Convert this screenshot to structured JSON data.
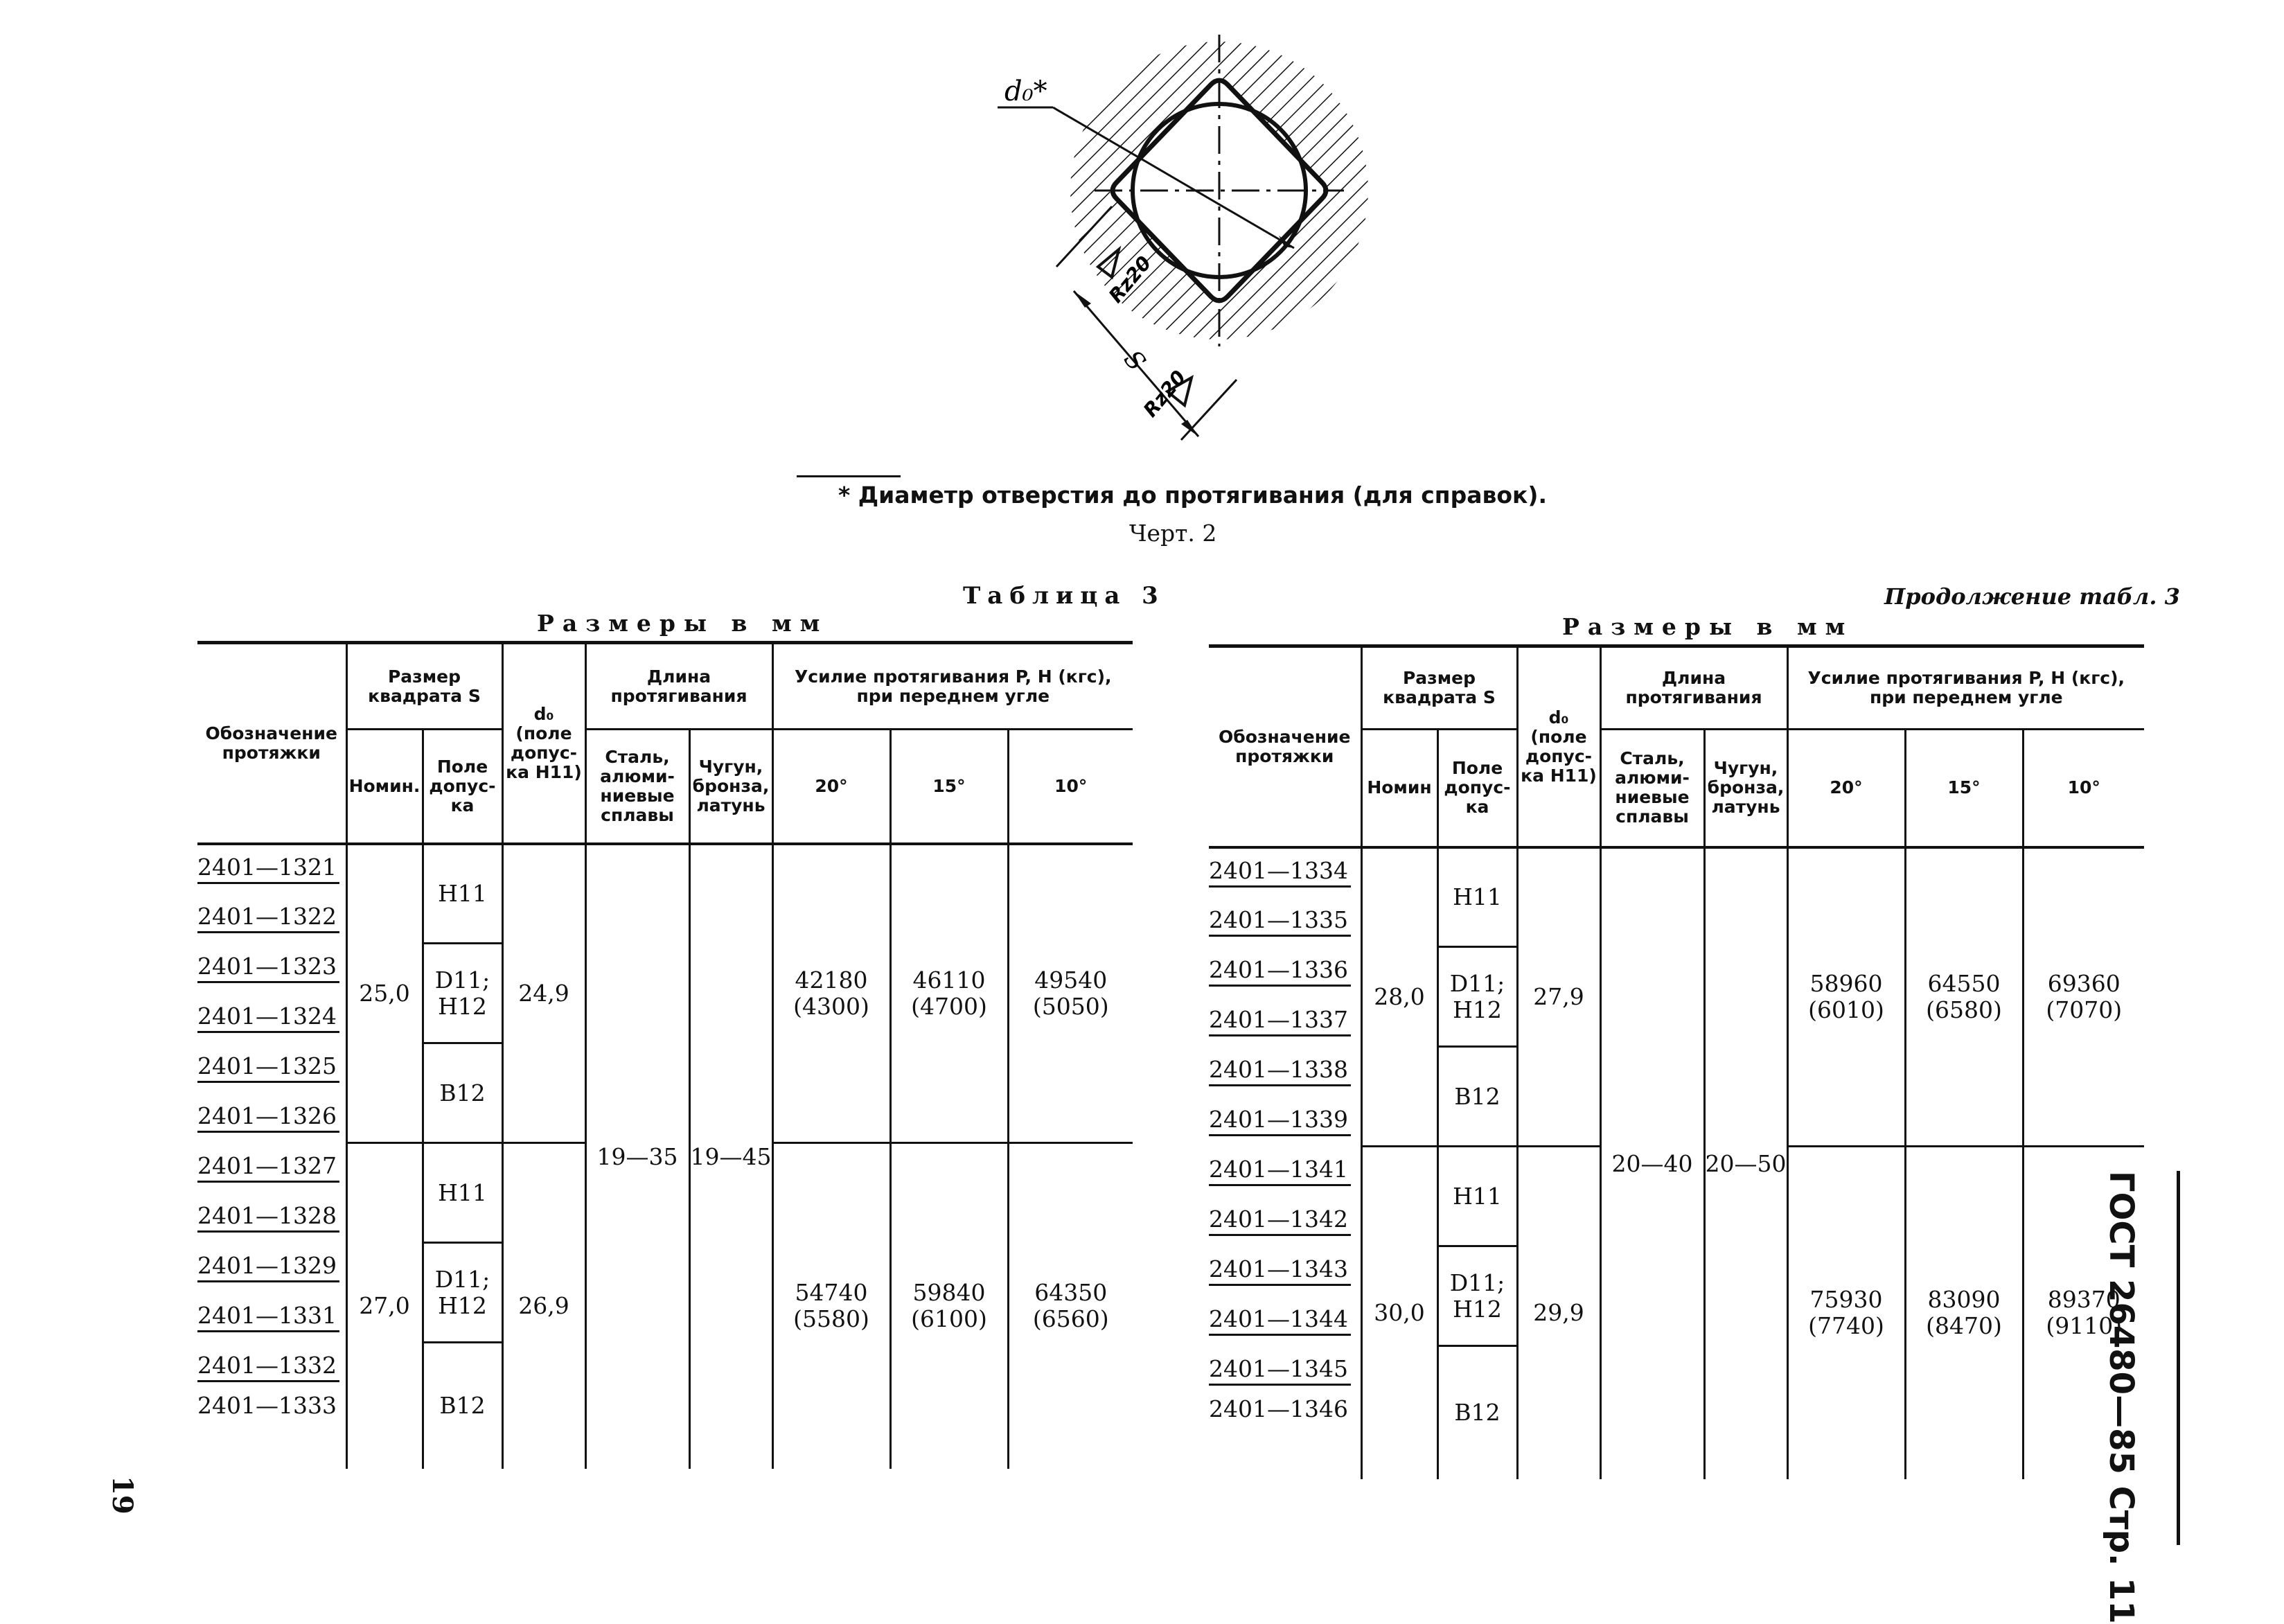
{
  "drawing": {
    "d_label": "d₀*",
    "s_label": "S",
    "rz_top": "Rz20",
    "rz_bottom": "Rz20"
  },
  "footnote": "* Диаметр отверстия до протягивания (для справок).",
  "caption": "Черт. 2",
  "table_label": "Таблица 3",
  "continuation_label": "Продолжение табл. 3",
  "units": "Размеры в мм",
  "page_number": "19",
  "side_header": "ГОСТ 26480—85 Стр. 11",
  "headers": {
    "designation": "Обозначение протяжки",
    "square_size": "Размер квадрата S",
    "nominal_left": "Номин.",
    "nominal_right": "Номин",
    "tolerance": "Поле допус-ка",
    "d0": "d₀ (поле допус-ка H11)",
    "length": "Длина протягивания",
    "steel": "Сталь, алюми-ниевые сплавы",
    "iron": "Чугун, бронза, латунь",
    "force": "Усилие протягивания P, Н (кгс), при переднем угле",
    "angle20": "20°",
    "angle15": "15°",
    "angle10": "10°"
  },
  "left_table": {
    "length_steel": "19—35",
    "length_iron": "19—45",
    "groups": [
      {
        "nominal": "25,0",
        "d0": "24,9",
        "f20": "42180",
        "f20k": "(4300)",
        "f15": "46110",
        "f15k": "(4700)",
        "f10": "49540",
        "f10k": "(5050)",
        "codes": [
          "2401—1321",
          "2401—1322",
          "2401—1323",
          "2401—1324",
          "2401—1325",
          "2401—1326"
        ],
        "tolerances": [
          "H11",
          "D11; H12",
          "B12"
        ]
      },
      {
        "nominal": "27,0",
        "d0": "26,9",
        "f20": "54740",
        "f20k": "(5580)",
        "f15": "59840",
        "f15k": "(6100)",
        "f10": "64350",
        "f10k": "(6560)",
        "codes": [
          "2401—1327",
          "2401—1328",
          "2401—1329",
          "2401—1331",
          "2401—1332",
          "2401—1333"
        ],
        "tolerances": [
          "H11",
          "D11; H12",
          "B12"
        ]
      }
    ]
  },
  "right_table": {
    "length_steel": "20—40",
    "length_iron": "20—50",
    "groups": [
      {
        "nominal": "28,0",
        "d0": "27,9",
        "f20": "58960",
        "f20k": "(6010)",
        "f15": "64550",
        "f15k": "(6580)",
        "f10": "69360",
        "f10k": "(7070)",
        "codes": [
          "2401—1334",
          "2401—1335",
          "2401—1336",
          "2401—1337",
          "2401—1338",
          "2401—1339"
        ],
        "tolerances": [
          "H11",
          "D11; H12",
          "B12"
        ]
      },
      {
        "nominal": "30,0",
        "d0": "29,9",
        "f20": "75930",
        "f20k": "(7740)",
        "f15": "83090",
        "f15k": "(8470)",
        "f10": "89370",
        "f10k": "(9110)",
        "codes": [
          "2401—1341",
          "2401—1342",
          "2401—1343",
          "2401—1344",
          "2401—1345",
          "2401—1346"
        ],
        "tolerances": [
          "H11",
          "D11; H12",
          "B12"
        ]
      }
    ]
  }
}
